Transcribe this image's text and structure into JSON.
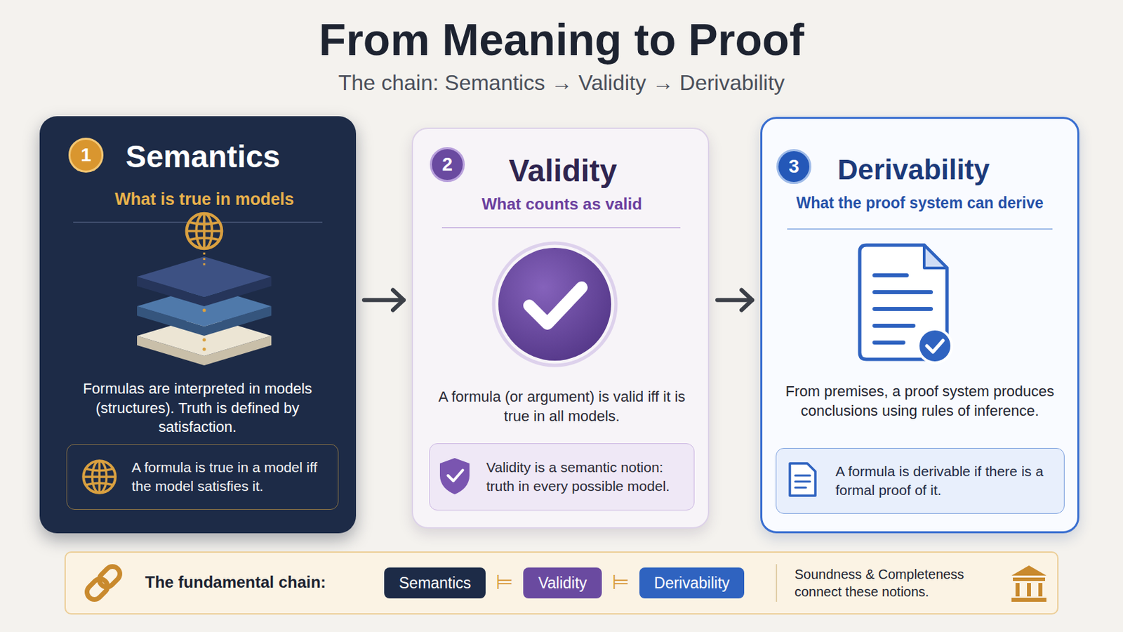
{
  "diagram": {
    "title": "From Meaning to Proof",
    "nodes": [
      {
        "text": [
          "Semantics",
          "What is true in models",
          "Formulas are interpreted in models (structures). Truth is defined by satisfaction."
        ]
      },
      {
        "text": [
          "1"
        ],
        "in": 0
      },
      {
        "text": [
          "A formula is true in a model iff the model satisfies it."
        ],
        "in": 0
      },
      {
        "text": [
          "Validity",
          "What counts as valid",
          "A formula (or argument) is valid iff it is true in all models."
        ]
      },
      {
        "text": [
          "2"
        ],
        "in": 3
      },
      {
        "text": [
          "Validity is a semantic notion: truth in every possible model."
        ],
        "in": 3
      },
      {
        "text": [
          "Derivability",
          "What the proof system can derive",
          "From premises, a proof system produces conclusions using rules of inference."
        ]
      },
      {
        "text": [
          "3"
        ],
        "in": 6
      },
      {
        "text": [
          "A formula is derivable if there is a formal proof of it."
        ],
        "in": 6
      },
      {
        "text": [
          "The fundamental chain:",
          "Soundness & Completeness connect these notions."
        ]
      },
      {
        "text": [
          "Semantics"
        ],
        "in": 9
      },
      {
        "text": [
          "Validity"
        ],
        "in": 9
      },
      {
        "text": [
          "Derivability"
        ],
        "in": 9
      }
    ],
    "edges": [
      {
        "from": 0,
        "to": 3,
        "arrow": "to"
      },
      {
        "from": 3,
        "to": 6,
        "arrow": "to"
      }
    ],
    "labels": [
      "The chain: Semantics → Validity → Derivability",
      "⊨",
      "⊨"
    ]
  }
}
